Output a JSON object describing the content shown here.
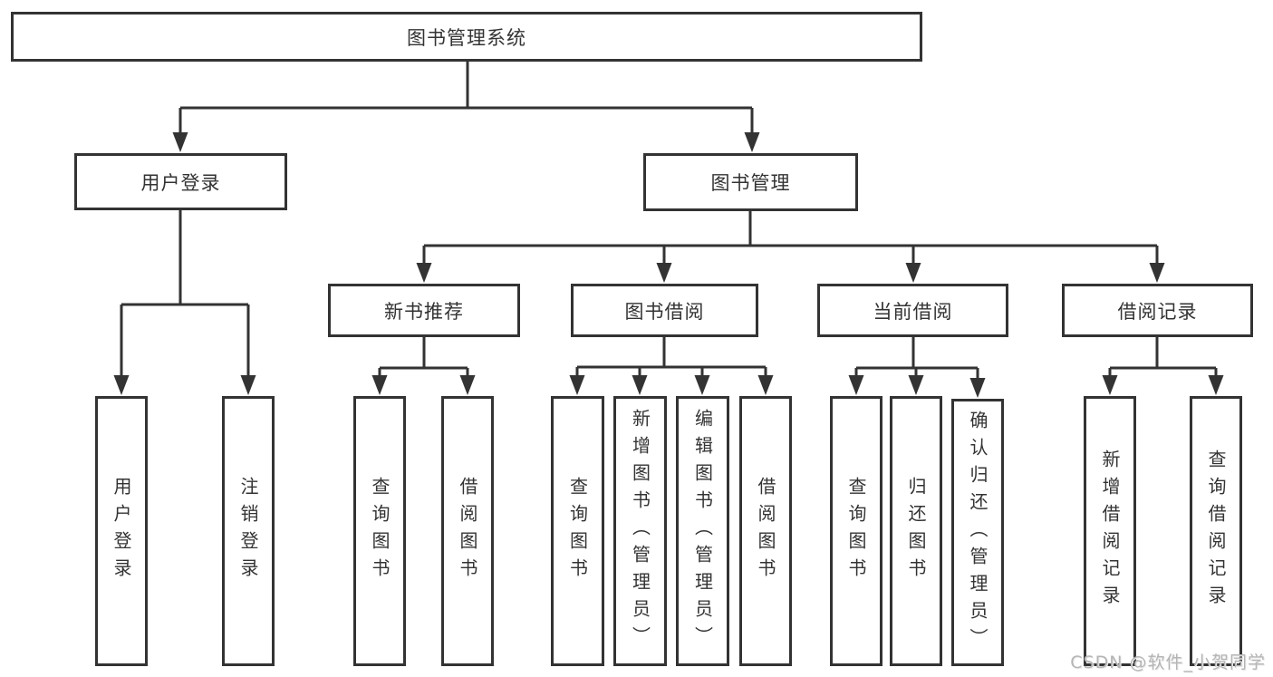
{
  "colors": {
    "line": "#333333",
    "text": "#333333",
    "box_background": "#ffffff",
    "page_background": "#ffffff",
    "watermark": "#b5b5b5"
  },
  "watermark": {
    "text": "CSDN @软件_小贺同学"
  },
  "tree": {
    "label": "图书管理系统",
    "children": [
      {
        "label": "用户登录",
        "children": [
          {
            "label": "用户登录"
          },
          {
            "label": "注销登录"
          }
        ]
      },
      {
        "label": "图书管理",
        "children": [
          {
            "label": "新书推荐",
            "children": [
              {
                "label": "查询图书"
              },
              {
                "label": "借阅图书"
              }
            ]
          },
          {
            "label": "图书借阅",
            "children": [
              {
                "label": "查询图书"
              },
              {
                "label": "新增图书（管理员）"
              },
              {
                "label": "编辑图书（管理员）"
              },
              {
                "label": "借阅图书"
              }
            ]
          },
          {
            "label": "当前借阅",
            "children": [
              {
                "label": "查询图书"
              },
              {
                "label": "归还图书"
              },
              {
                "label": "确认归还（管理员）"
              }
            ]
          },
          {
            "label": "借阅记录",
            "children": [
              {
                "label": "新增借阅记录"
              },
              {
                "label": "查询借阅记录"
              }
            ]
          }
        ]
      }
    ]
  }
}
